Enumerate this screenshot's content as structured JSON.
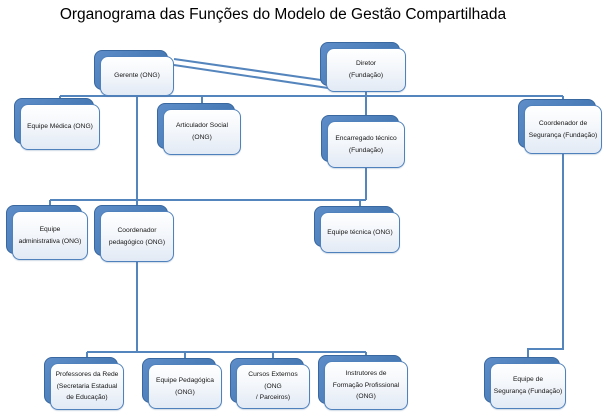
{
  "title": "Organograma das Funções do Modelo de Gestão Compartilhada",
  "palette": {
    "accent": "#4f81bd",
    "node_shadow_fill": "#4a7db8",
    "node_border": "#4f81bd",
    "node_fill_top": "#ffffff",
    "node_fill_bottom": "#e2eaf5",
    "connector": "#5585bd",
    "text": "#141414",
    "background": "#ffffff"
  },
  "nodes": {
    "gerente": {
      "label": "Gerente (ONG)"
    },
    "diretor": {
      "label": "Diretor\n(Fundação)"
    },
    "equipe_medica": {
      "label": "Equipe Médica (ONG)"
    },
    "articulador": {
      "label": "Articulador Social\n(ONG)"
    },
    "encarregado": {
      "label": "Encarregado técnico\n(Fundação)"
    },
    "coord_seguranca": {
      "label": "Coordenador de\nSegurança (Fundação)"
    },
    "equipe_admin": {
      "label": "Equipe\nadministrativa (ONG)"
    },
    "coord_pedagogico": {
      "label": "Coordenador\npedagógico (ONG)"
    },
    "equipe_tecnica": {
      "label": "Equipe técnica (ONG)"
    },
    "professores": {
      "label": "Professores da Rede\n(Secretaria Estadual\nde Educação)"
    },
    "equipe_pedagogica": {
      "label": "Equipe Pedagógica\n(ONG)"
    },
    "cursos": {
      "label": "Cursos Externos (ONG\n/ Parceiros)"
    },
    "instrutores": {
      "label": "Instrutores de\nFormação Profissional\n(ONG)"
    },
    "equipe_seguranca": {
      "label": "Equipe de\nSegurança (Fundação)"
    }
  },
  "edges": [
    {
      "from": "gerente",
      "to": "diretor"
    },
    {
      "from": "gerente",
      "to": "equipe_medica"
    },
    {
      "from": "gerente",
      "to": "articulador"
    },
    {
      "from": "diretor",
      "to": "encarregado"
    },
    {
      "from": "diretor",
      "to": "coord_seguranca"
    },
    {
      "from": "gerente",
      "to": "equipe_admin"
    },
    {
      "from": "gerente",
      "to": "coord_pedagogico"
    },
    {
      "from": "encarregado",
      "to": "equipe_tecnica"
    },
    {
      "from": "coord_pedagogico",
      "to": "professores"
    },
    {
      "from": "coord_pedagogico",
      "to": "equipe_pedagogica"
    },
    {
      "from": "coord_pedagogico",
      "to": "cursos"
    },
    {
      "from": "coord_pedagogico",
      "to": "instrutores"
    },
    {
      "from": "coord_seguranca",
      "to": "equipe_seguranca"
    }
  ]
}
